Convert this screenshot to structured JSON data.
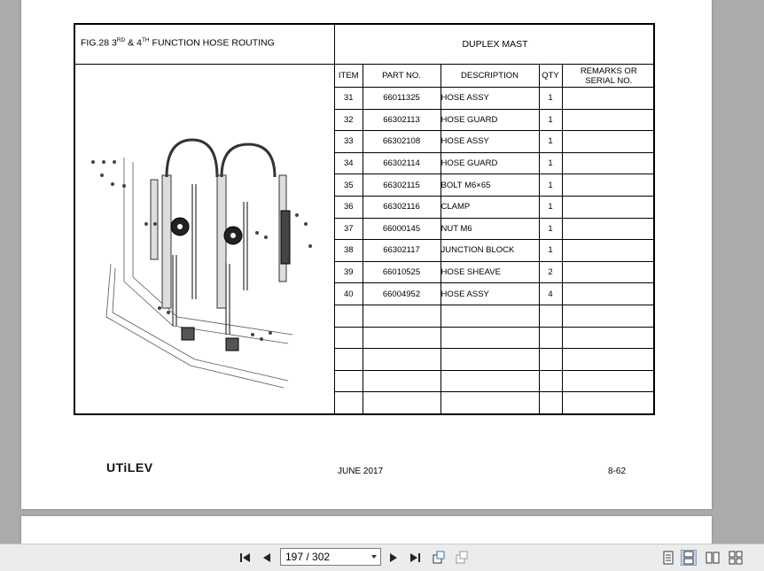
{
  "document": {
    "figure_title_prefix": "FIG.28 3",
    "figure_title_sup1": "RD",
    "figure_title_mid": " & 4",
    "figure_title_sup2": "TH",
    "figure_title_suffix": " FUNCTION HOSE ROUTING",
    "section_title": "DUPLEX MAST",
    "table": {
      "headers": [
        "ITEM",
        "PART NO.",
        "DESCRIPTION",
        "QTY",
        "REMARKS OR\nSERIAL NO."
      ],
      "rows": [
        [
          "31",
          "66011325",
          "HOSE ASSY",
          "1",
          ""
        ],
        [
          "32",
          "66302113",
          "HOSE GUARD",
          "1",
          ""
        ],
        [
          "33",
          "66302108",
          "HOSE ASSY",
          "1",
          ""
        ],
        [
          "34",
          "66302114",
          "HOSE GUARD",
          "1",
          ""
        ],
        [
          "35",
          "66302115",
          "BOLT M6×65",
          "1",
          ""
        ],
        [
          "36",
          "66302116",
          "CLAMP",
          "1",
          ""
        ],
        [
          "37",
          "66000145",
          "NUT M6",
          "1",
          ""
        ],
        [
          "38",
          "66302117",
          "JUNCTION BLOCK",
          "1",
          ""
        ],
        [
          "39",
          "66010525",
          "HOSE SHEAVE",
          "2",
          ""
        ],
        [
          "40",
          "66004952",
          "HOSE ASSY",
          "4",
          ""
        ],
        [
          "",
          "",
          "",
          "",
          ""
        ],
        [
          "",
          "",
          "",
          "",
          ""
        ],
        [
          "",
          "",
          "",
          "",
          ""
        ],
        [
          "",
          "",
          "",
          "",
          ""
        ],
        [
          "",
          "",
          "",
          "",
          ""
        ]
      ]
    },
    "footer": {
      "logo_text": "UTiLEV",
      "date": "JUNE 2017",
      "page_ref": "8-62"
    }
  },
  "toolbar": {
    "page_indicator": "197 / 302",
    "icons": [
      "first-page-icon",
      "prev-page-icon",
      "next-page-icon",
      "last-page-icon",
      "rotate-icon",
      "fit-icon",
      "single-page-icon",
      "continuous-icon",
      "facing-icon",
      "continuous-facing-icon"
    ]
  }
}
